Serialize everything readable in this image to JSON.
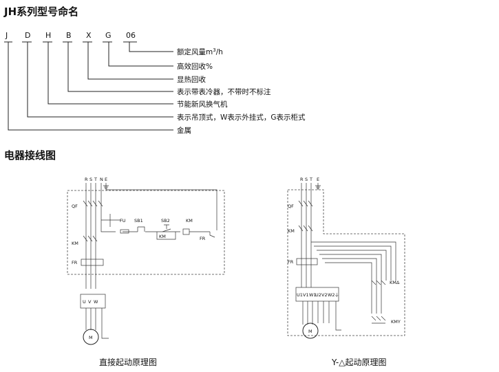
{
  "naming": {
    "title": "JH系列型号命名",
    "code_letters": [
      "J",
      "D",
      "H",
      "B",
      "X",
      "G",
      "06"
    ],
    "descriptions": [
      "额定风量m",
      "高效回收%",
      "显热回收",
      "表示带表冷器，不带时不标注",
      "节能新风换气机",
      "表示吊顶式，W表示外挂式，G表示柜式",
      "金属"
    ],
    "desc0_sup": "3",
    "desc0_tail": "/h"
  },
  "wiring": {
    "title": "电器接线图",
    "direct": {
      "caption": "直接起动原理图",
      "terminals": [
        "R",
        "S",
        "T",
        "N",
        "E"
      ],
      "labels": {
        "qf": "QF",
        "km": "KM",
        "fr": "FR",
        "fu": "FU",
        "sb1": "SB1",
        "sb2": "SB2",
        "km_coil": "KM",
        "km_aux": "KM",
        "fr_contact": "FR",
        "u": "U",
        "v": "V",
        "w": "W",
        "motor": "M"
      }
    },
    "star_delta": {
      "caption": "Y-△起动原理图",
      "terminals": [
        "R",
        "S",
        "T",
        "E"
      ],
      "labels": {
        "qf": "QF",
        "km": "KM",
        "fr": "FR",
        "kmd": "KMΔ",
        "kmy": "KMY",
        "motor": "M",
        "block": [
          "U1",
          "V1",
          "W1",
          "U2",
          "V2",
          "W2",
          "⏚"
        ]
      }
    }
  }
}
